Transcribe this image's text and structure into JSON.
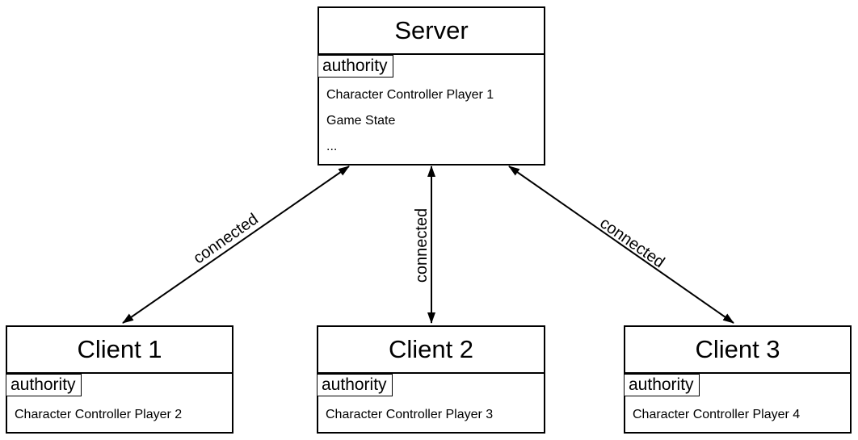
{
  "diagram": {
    "nodes": [
      {
        "title": "Server",
        "stereotype": "authority",
        "items": [
          "Character Controller Player 1",
          "Game State",
          "..."
        ]
      },
      {
        "title": "Client 1",
        "stereotype": "authority",
        "items": [
          "Character Controller Player 2"
        ]
      },
      {
        "title": "Client 2",
        "stereotype": "authority",
        "items": [
          "Character Controller Player 3"
        ]
      },
      {
        "title": "Client 3",
        "stereotype": "authority",
        "items": [
          "Character Controller Player 4"
        ]
      }
    ],
    "edges": [
      {
        "from": "Server",
        "to": "Client 1",
        "label": "connected"
      },
      {
        "from": "Server",
        "to": "Client 2",
        "label": "connected"
      },
      {
        "from": "Server",
        "to": "Client 3",
        "label": "connected"
      }
    ],
    "colors": {
      "stroke": "#000000",
      "fill": "#ffffff",
      "text": "#000000"
    }
  }
}
